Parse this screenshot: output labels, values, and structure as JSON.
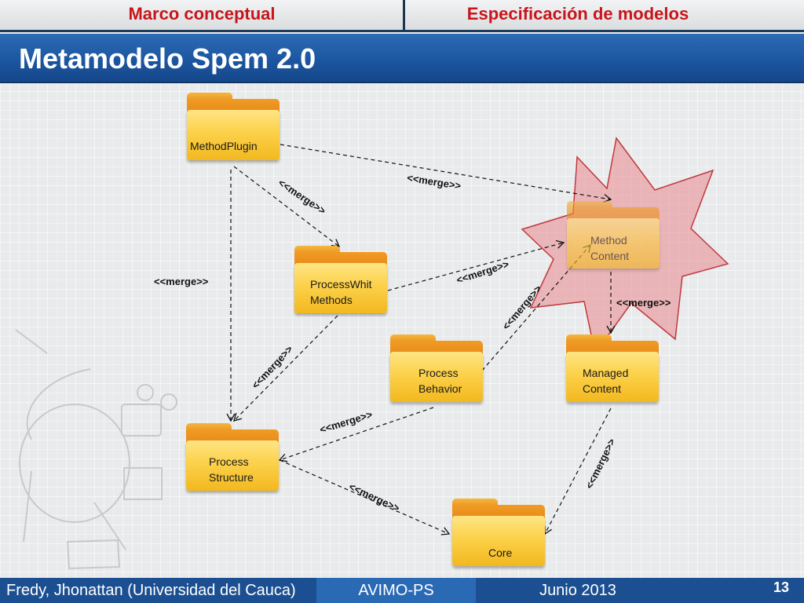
{
  "nav": {
    "left_label": "Marco conceptual",
    "right_label": "Especificación de modelos"
  },
  "slide_title": "Metamodelo Spem 2.0",
  "packages": {
    "method_plugin": {
      "line1": "MethodPlugin"
    },
    "method_content": {
      "line1": "Method",
      "line2": "Content"
    },
    "process_whit_methods": {
      "line1": "ProcessWhit",
      "line2": "Methods"
    },
    "process_behavior": {
      "line1": "Process",
      "line2": "Behavior"
    },
    "managed_content": {
      "line1": "Managed",
      "line2": "Content"
    },
    "process_structure": {
      "line1": "Process",
      "line2": "Structure"
    },
    "core": {
      "line1": "Core"
    }
  },
  "merge_labels": {
    "plugin_to_whit": "<<merge>>",
    "plugin_to_content": "<<merge>>",
    "plugin_to_structure": "<<merge>>",
    "whit_to_content": "<<merge>>",
    "behavior_to_content": "<<merge>>",
    "content_to_managed": "<<merge>>",
    "whit_to_structure": "<<merge>>",
    "behavior_to_structure": "<<merge>>",
    "managed_to_core": "<<merge>>",
    "structure_to_core": "<<merge>>"
  },
  "colors": {
    "title_bar": "#1c56a0",
    "nav_text": "#c8151b",
    "star_fill": "#e8868c",
    "star_stroke": "#c0393f",
    "folder_front": "#fcd14a",
    "folder_back": "#e07d10"
  },
  "footer": {
    "author": "Fredy, Jhonattan (Universidad del Cauca)",
    "project": "AVIMO-PS",
    "date": "Junio 2013",
    "page": "13"
  }
}
